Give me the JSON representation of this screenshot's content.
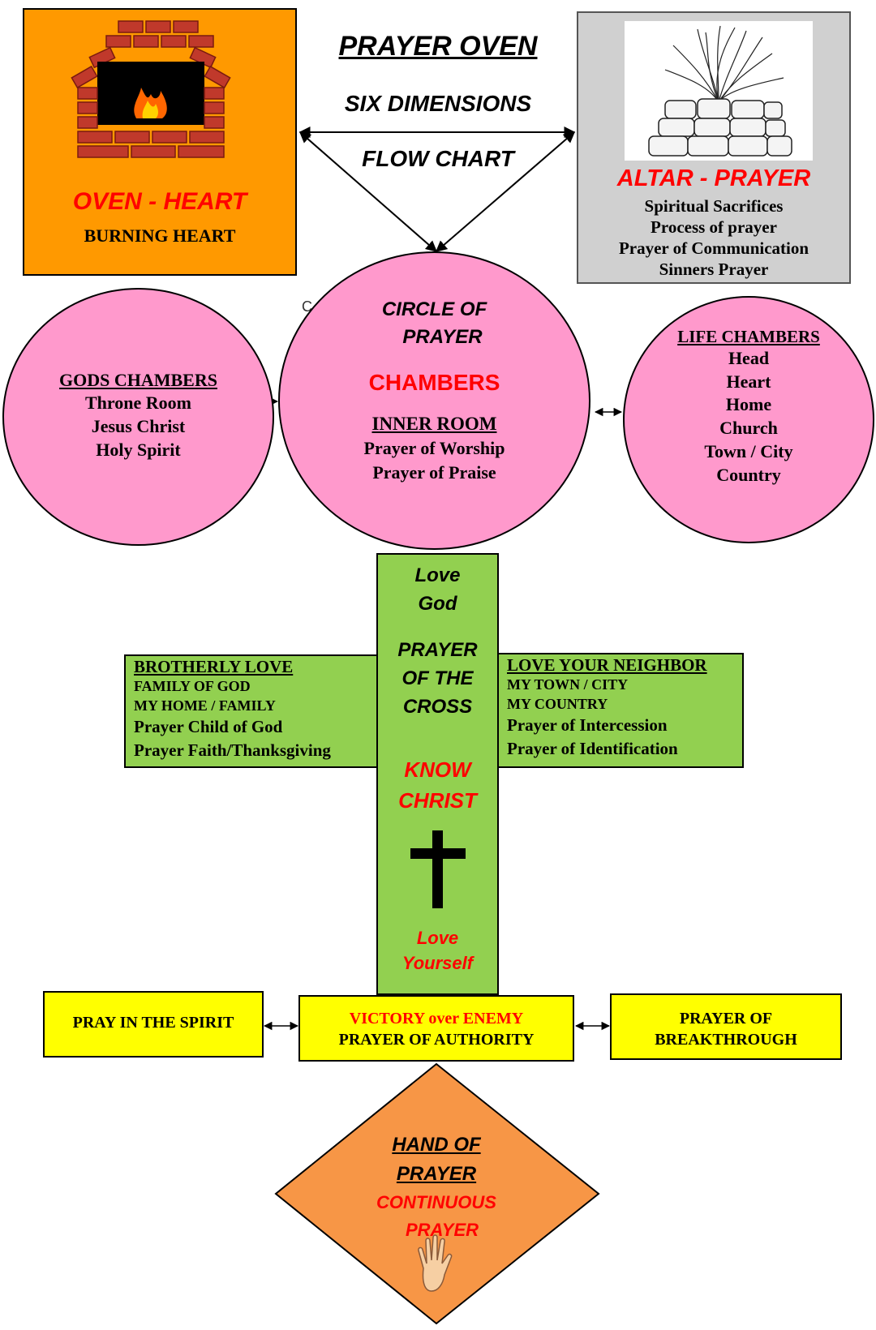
{
  "header": {
    "title": "PRAYER OVEN",
    "subtitle": "SIX DIMENSIONS",
    "subtitle2": "FLOW CHART"
  },
  "oven": {
    "title": "OVEN - HEART",
    "caption": "BURNING HEART"
  },
  "altar": {
    "title": "ALTAR - PRAYER",
    "items": [
      "Spiritual Sacrifices",
      "Process of prayer",
      "Prayer of Communication",
      "Sinners Prayer"
    ]
  },
  "gods_chambers": {
    "heading": "GODS CHAMBERS",
    "items": [
      "Throne Room",
      "Jesus Christ",
      "Holy Spirit"
    ]
  },
  "circle_of_prayer": {
    "stray_letter": "C",
    "line1": "CIRCLE OF",
    "line2": "PRAYER",
    "chambers": "CHAMBERS",
    "inner_heading": "INNER ROOM",
    "items": [
      "Prayer of Worship",
      "Prayer of Praise"
    ]
  },
  "life_chambers": {
    "heading": "LIFE CHAMBERS",
    "items": [
      "Head",
      "Heart",
      "Home",
      "Church",
      "Town / City",
      "Country"
    ]
  },
  "cross": {
    "love_god_1": "Love",
    "love_god_2": "God",
    "title_1": "PRAYER",
    "title_2": "OF THE",
    "title_3": "CROSS",
    "know_1": "KNOW",
    "know_2": "CHRIST",
    "love_self_1": "Love",
    "love_self_2": "Yourself"
  },
  "brotherly_love": {
    "heading": "BROTHERLY LOVE",
    "small_items": [
      "FAMILY OF GOD",
      "MY HOME / FAMILY"
    ],
    "items": [
      "Prayer Child of God",
      "Prayer Faith/Thanksgiving"
    ]
  },
  "love_neighbor": {
    "heading": "LOVE YOUR NEIGHBOR",
    "small_items": [
      "MY TOWN / CITY",
      "MY COUNTRY"
    ],
    "items": [
      "Prayer of Intercession",
      "Prayer of Identification"
    ]
  },
  "bottom_row": {
    "spirit": "PRAY IN THE SPIRIT",
    "victory_red": "VICTORY over ENEMY",
    "victory": "PRAYER OF AUTHORITY",
    "breakthrough_1": "PRAYER OF",
    "breakthrough_2": "BREAKTHROUGH"
  },
  "hand": {
    "line1": "HAND OF",
    "line2": "PRAYER",
    "line3": "CONTINUOUS",
    "line4": "PRAYER"
  },
  "colors": {
    "oven_bg": "#ff9900",
    "altar_bg": "#d0d0d0",
    "circle_bg": "#ff99cc",
    "cross_bg": "#92d050",
    "bottom_bg": "#ffff00",
    "diamond_bg": "#f79646",
    "accent_red": "#ff0000"
  }
}
